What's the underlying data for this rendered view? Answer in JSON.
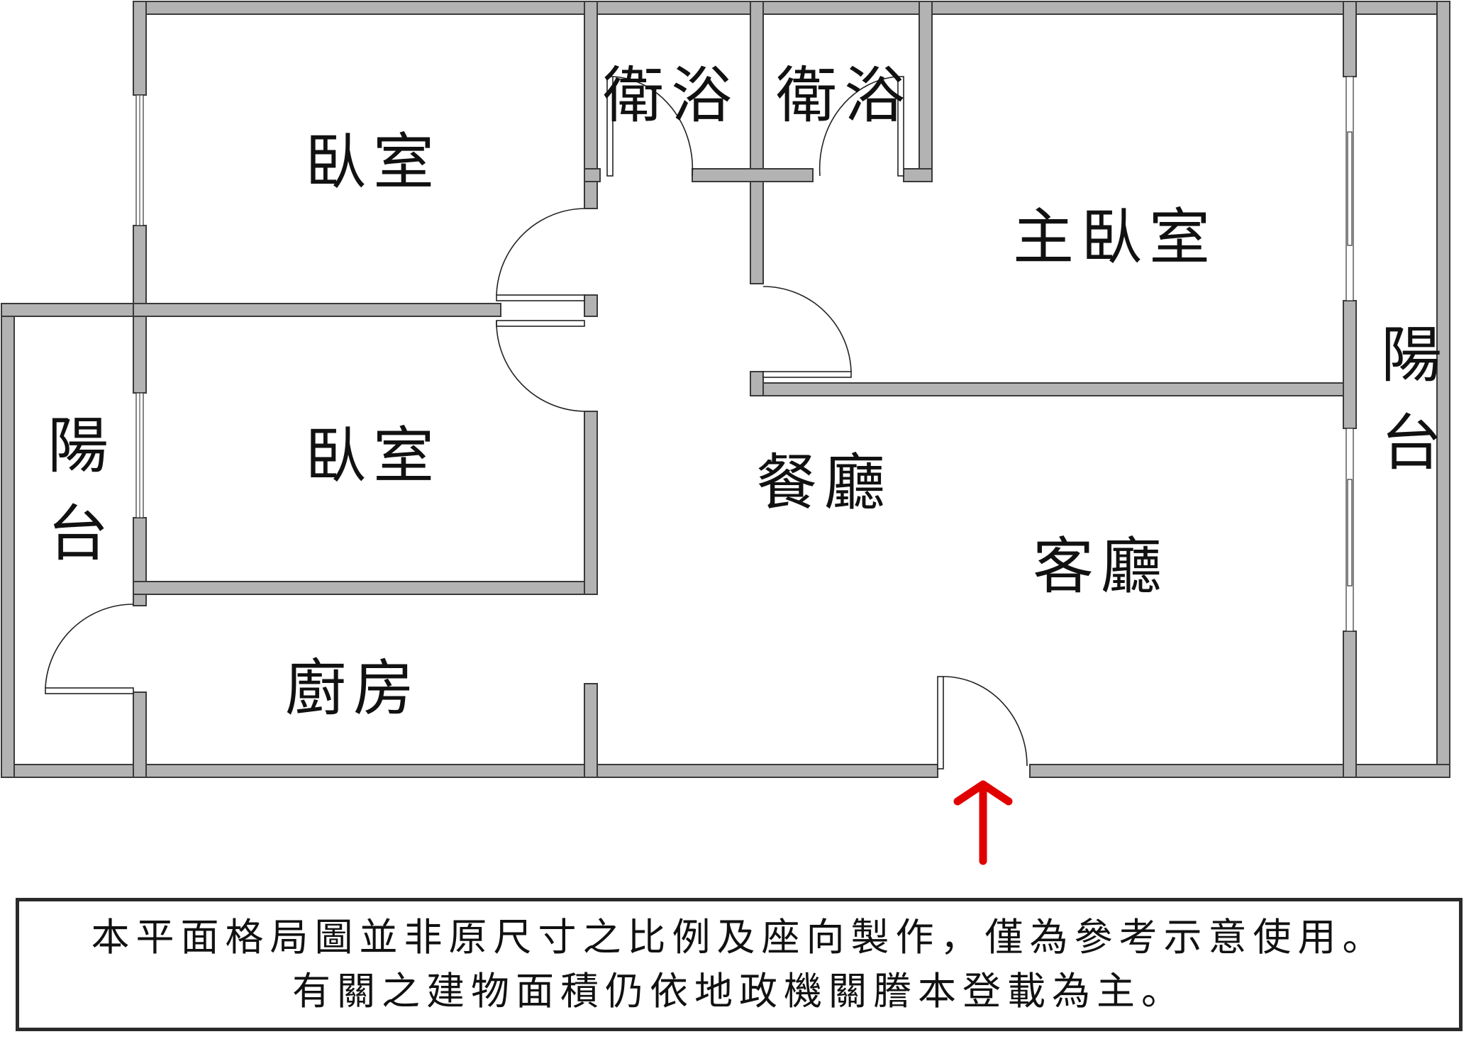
{
  "rooms": {
    "bedroom_1": "臥室",
    "bedroom_2": "臥室",
    "bath_1": "衛浴",
    "bath_2": "衛浴",
    "master_bedroom": "主臥室",
    "balcony_right": "陽台",
    "balcony_left": "陽台",
    "dining": "餐廳",
    "living": "客廳",
    "kitchen": "廚房"
  },
  "entrance_arrow_color": "#e00000",
  "disclaimer": {
    "line1": "本平面格局圖並非原尺寸之比例及座向製作，僅為參考示意使用。",
    "line2": "有關之建物面積仍依地政機關謄本登載為主。"
  }
}
